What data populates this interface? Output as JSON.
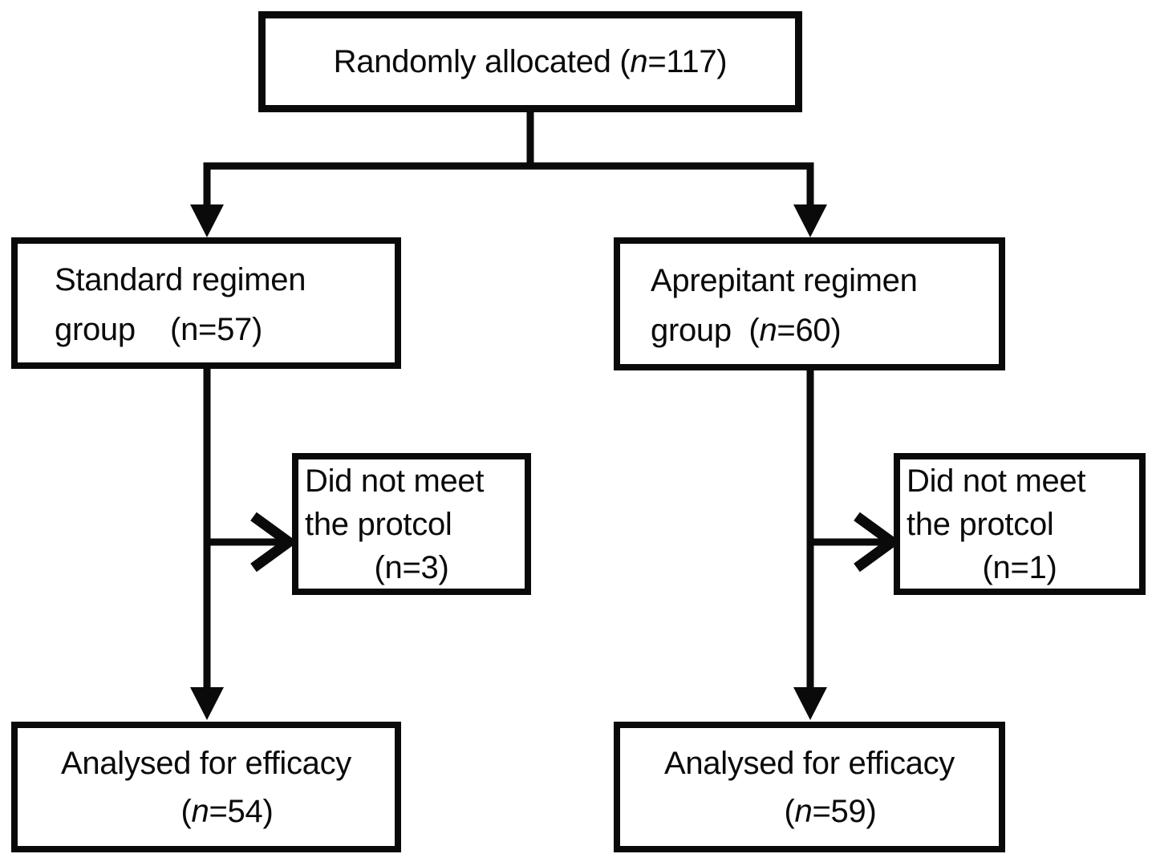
{
  "figure": {
    "background": "#ffffff",
    "line_color": "#0a0a0a"
  },
  "boxes": {
    "allocated": {
      "pre": "Randomly allocated (",
      "n": "n",
      "post": "=117)"
    },
    "standard_group": {
      "line1": "Standard regimen",
      "line2_pre": "group    (",
      "line2_n": "n",
      "line2_post": "=57)"
    },
    "aprepitant_group": {
      "line1": "Aprepitant regimen",
      "line2_pre": "group  (",
      "line2_n": "n",
      "line2_post": "=60)"
    },
    "excluded_standard": {
      "line1": "Did not meet",
      "line2": "the protcol",
      "line3_pre": "(",
      "line3_n": "n",
      "line3_post": "=3)"
    },
    "excluded_aprepitant": {
      "line1": "Did not meet",
      "line2": "the protcol",
      "line3_pre": "(",
      "line3_n": "n",
      "line3_post": "=1)"
    },
    "analysed_standard": {
      "line1": "Analysed for efficacy",
      "line2_pre": "(",
      "line2_n": "n",
      "line2_post": "=54)"
    },
    "analysed_aprepitant": {
      "line1": "Analysed for efficacy",
      "line2_pre": "(",
      "line2_n": "n",
      "line2_post": "=59)"
    }
  }
}
